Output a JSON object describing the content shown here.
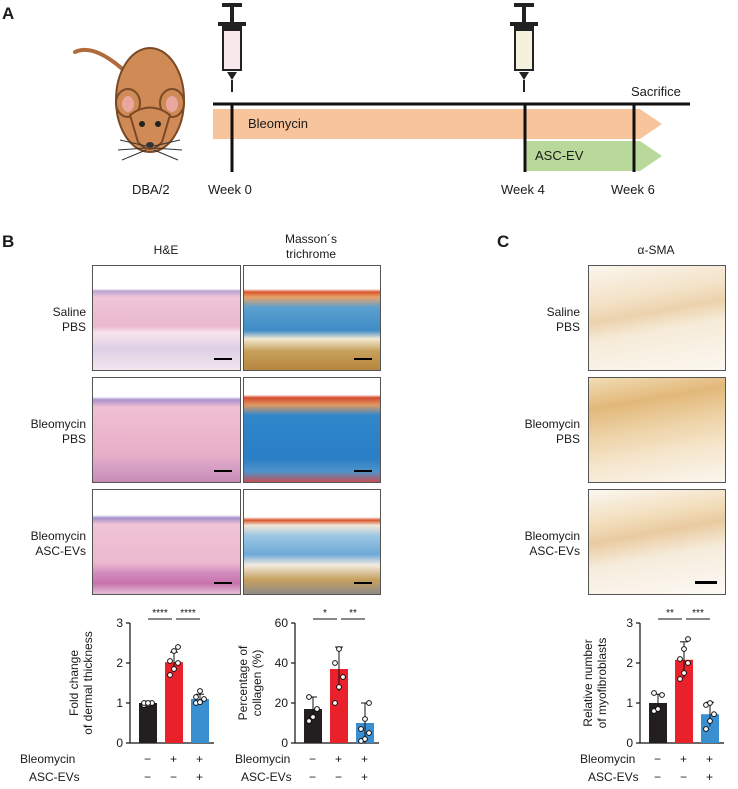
{
  "panels": {
    "a": "A",
    "b": "B",
    "c": "C"
  },
  "timeline": {
    "strain": "DBA/2",
    "sacrifice": "Sacrifice",
    "bleomycin": "Bleomycin",
    "ascev": "ASC-EV",
    "weeks": [
      "Week 0",
      "Week 4",
      "Week 6"
    ]
  },
  "panel_b": {
    "col_he": "H&E",
    "col_masson_1": "Masson´s",
    "col_masson_2": "trichrome",
    "rows": [
      {
        "l1": "Saline",
        "l2": "PBS"
      },
      {
        "l1": "Bleomycin",
        "l2": "PBS"
      },
      {
        "l1": "Bleomycin",
        "l2": "ASC-EVs"
      }
    ]
  },
  "panel_c": {
    "col": "α-SMA",
    "rows": [
      {
        "l1": "Saline",
        "l2": "PBS"
      },
      {
        "l1": "Bleomycin",
        "l2": "PBS"
      },
      {
        "l1": "Bleomycin",
        "l2": "ASC-EVs"
      }
    ]
  },
  "groups": {
    "row1_label": "Bleomycin",
    "row1": [
      "−",
      "+",
      "+"
    ],
    "row2_label": "ASC-EVs",
    "row2": [
      "−",
      "−",
      "+"
    ]
  },
  "colors": {
    "black": "#231f20",
    "red": "#e8212a",
    "blue": "#3a8fd1",
    "peach": "#f7c49c",
    "green": "#b9d99a"
  },
  "chart_data": [
    {
      "type": "bar",
      "categories": [
        "Saline PBS",
        "Bleomycin PBS",
        "Bleomycin ASC-EVs"
      ],
      "values": [
        1.0,
        2.02,
        1.1
      ],
      "errors": [
        0.05,
        0.25,
        0.12
      ],
      "points": [
        [
          0.95,
          0.97,
          1.0,
          1.0,
          1.0
        ],
        [
          1.7,
          1.85,
          2.0,
          2.05,
          2.3,
          2.4
        ],
        [
          1.0,
          1.02,
          1.1,
          1.15,
          1.3
        ]
      ],
      "ylabel": "Fold change of dermal thickness",
      "ylabel_lines": [
        "Fold change",
        "of dermal thickness"
      ],
      "yticks": [
        "0",
        "1",
        "2",
        "3"
      ],
      "ylim": [
        0,
        3
      ],
      "significance": [
        {
          "from": 0,
          "to": 1,
          "label": "****"
        },
        {
          "from": 1,
          "to": 2,
          "label": "****"
        }
      ]
    },
    {
      "type": "bar",
      "categories": [
        "Saline PBS",
        "Bleomycin PBS",
        "Bleomycin ASC-EVs"
      ],
      "values": [
        17,
        37,
        10
      ],
      "errors": [
        6,
        11,
        10
      ],
      "points": [
        [
          11,
          13,
          17,
          23
        ],
        [
          20,
          28,
          33,
          40,
          47
        ],
        [
          1,
          2,
          5,
          7,
          12,
          20
        ]
      ],
      "ylabel": "Percentage of collagen (%)",
      "ylabel_lines": [
        "Percentage of",
        "collagen (%)"
      ],
      "yticks": [
        "0",
        "20",
        "40",
        "60"
      ],
      "ylim": [
        0,
        60
      ],
      "significance": [
        {
          "from": 0,
          "to": 1,
          "label": "*"
        },
        {
          "from": 1,
          "to": 2,
          "label": "**"
        }
      ]
    },
    {
      "type": "bar",
      "categories": [
        "Saline PBS",
        "Bleomycin PBS",
        "Bleomycin ASC-EVs"
      ],
      "values": [
        1.0,
        2.08,
        0.72
      ],
      "errors": [
        0.22,
        0.45,
        0.3
      ],
      "points": [
        [
          0.8,
          0.85,
          1.2,
          1.25
        ],
        [
          1.6,
          1.75,
          2.0,
          2.1,
          2.35,
          2.6
        ],
        [
          0.35,
          0.55,
          0.72,
          0.95,
          1.0
        ]
      ],
      "ylabel": "Relative number of myofibroblasts",
      "ylabel_lines": [
        "Relative number",
        "of myofibroblasts"
      ],
      "yticks": [
        "0",
        "1",
        "2",
        "3"
      ],
      "ylim": [
        0,
        3
      ],
      "significance": [
        {
          "from": 0,
          "to": 1,
          "label": "**"
        },
        {
          "from": 1,
          "to": 2,
          "label": "***"
        }
      ]
    }
  ]
}
